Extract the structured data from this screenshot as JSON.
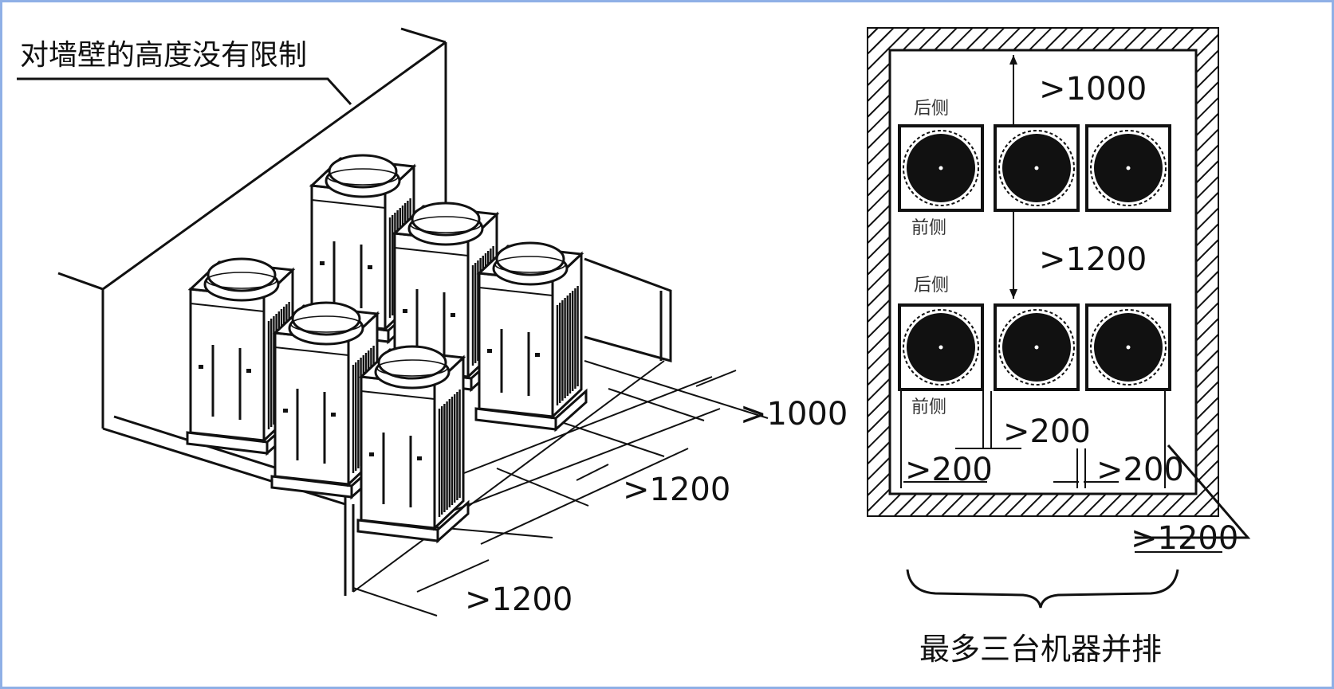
{
  "left_diagram": {
    "wall_note": "对墙壁的高度没有限制",
    "dim_rear": ">1000",
    "dim_middle": ">1200",
    "dim_front": ">1200"
  },
  "right_diagram": {
    "top_gap": ">1000",
    "row_gap": ">1200",
    "row1_rear": "后侧",
    "row1_front": "前侧",
    "row2_rear": "后侧",
    "row2_front": "前侧",
    "between_units": ">200",
    "left_side_gap": ">200",
    "right_side_gap": ">200",
    "outside_gap": ">1200",
    "caption": "最多三台机器并排"
  }
}
